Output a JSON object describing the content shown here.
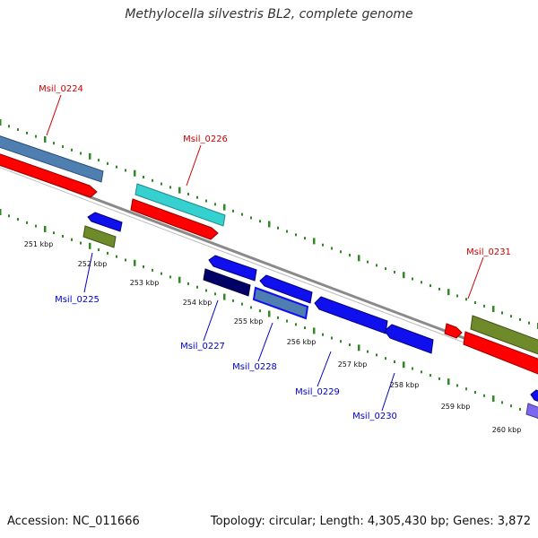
{
  "title": "Methylocella silvestris BL2, complete genome",
  "footer": {
    "accession": "Accession: NC_011666",
    "stats": "Topology: circular; Length: 4,305,430 bp; Genes: 3,872"
  },
  "colors": {
    "background": "#ffffff",
    "backbone": "#8a8a8a",
    "tick_outer": "#2e8b22",
    "tick_inner": "#2e8b22",
    "label_forward": "#cc0000",
    "label_reverse": "#0000cc"
  },
  "scale": {
    "unit": "kbp",
    "labels": [
      "251 kbp",
      "252 kbp",
      "253 kbp",
      "254 kbp",
      "255 kbp",
      "256 kbp",
      "257 kbp",
      "258 kbp",
      "259 kbp",
      "260 kbp"
    ]
  },
  "gene_labels": {
    "forward": [
      "Msil_0224",
      "Msil_0226",
      "Msil_0231"
    ],
    "reverse": [
      "Msil_0225",
      "Msil_0227",
      "Msil_0228",
      "Msil_0229",
      "Msil_0230"
    ]
  },
  "feature_colors": {
    "forward_cds": "#ff0000",
    "forward_feature_a": "#4f7fb0",
    "forward_feature_b": "#35d0d0",
    "forward_feature_c": "#6f8a2a",
    "reverse_cds": "#1010ee",
    "reverse_feature_a": "#6f8a2a",
    "reverse_feature_b": "#000066",
    "reverse_feature_c": "#4f7fb0",
    "reverse_feature_d": "#7b68ee"
  }
}
